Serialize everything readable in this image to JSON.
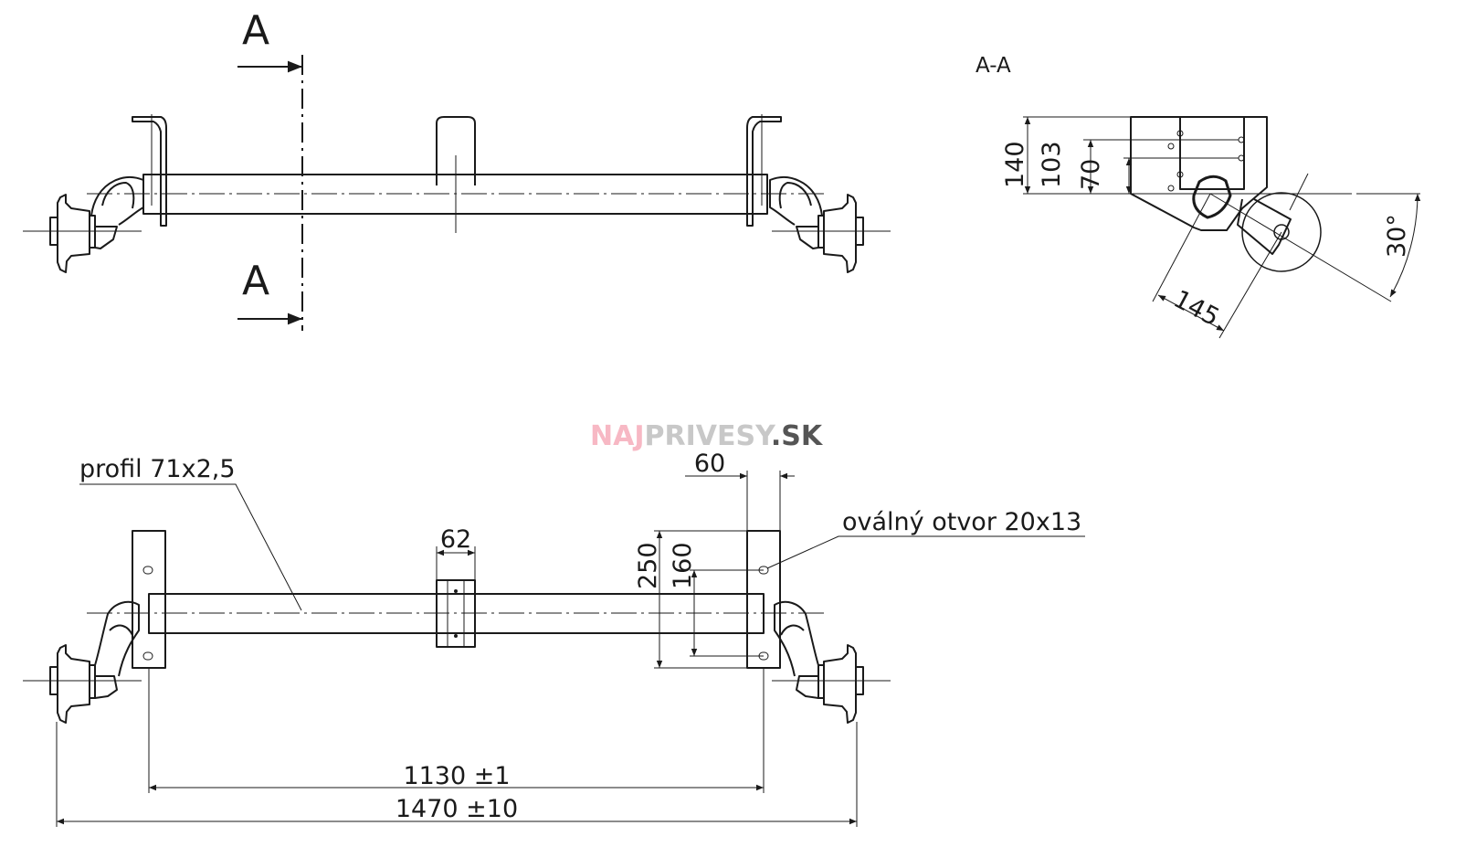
{
  "section_labels": {
    "top": "A",
    "bottom": "A",
    "section_title": "A-A"
  },
  "section_dims": {
    "h140": "140",
    "h103": "103",
    "h70": "70",
    "arm": "145",
    "angle": "30°"
  },
  "watermark": {
    "part1": "NAJ",
    "part2": "PRIVESY",
    "part3": ".SK",
    "color1": "#f7b8c4",
    "color2": "#c8c8c8",
    "color3": "#555555"
  },
  "bottom_dims": {
    "profile": "profil 71x2,5",
    "oval_hole": "oválný otvor 20x13",
    "bracket_width": "60",
    "clamp_width": "62",
    "bracket_height": "250",
    "hole_spacing": "160",
    "bracket_distance": "1130 ±1",
    "overall_width": "1470 ±10"
  }
}
